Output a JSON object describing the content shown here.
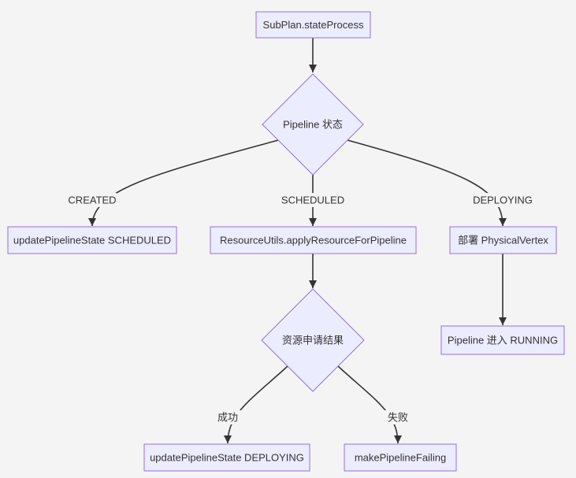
{
  "nodes": {
    "start": "SubPlan.stateProcess",
    "pipeline_state": "Pipeline 状态",
    "created_action": "updatePipelineState SCHEDULED",
    "apply_resource": "ResourceUtils.applyResourceForPipeline",
    "deploy_vertex": "部署 PhysicalVertex",
    "resource_result": "资源申请结果",
    "success_action": "updatePipelineState DEPLOYING",
    "fail_action": "makePipelineFailing",
    "running": "Pipeline 进入 RUNNING"
  },
  "edge_labels": {
    "created": "CREATED",
    "scheduled": "SCHEDULED",
    "deploying": "DEPLOYING",
    "success": "成功",
    "fail": "失败"
  },
  "colors": {
    "background": "#F4F4F4",
    "node_fill": "#ECECFF",
    "node_stroke": "#9370DB",
    "edge": "#333333"
  }
}
